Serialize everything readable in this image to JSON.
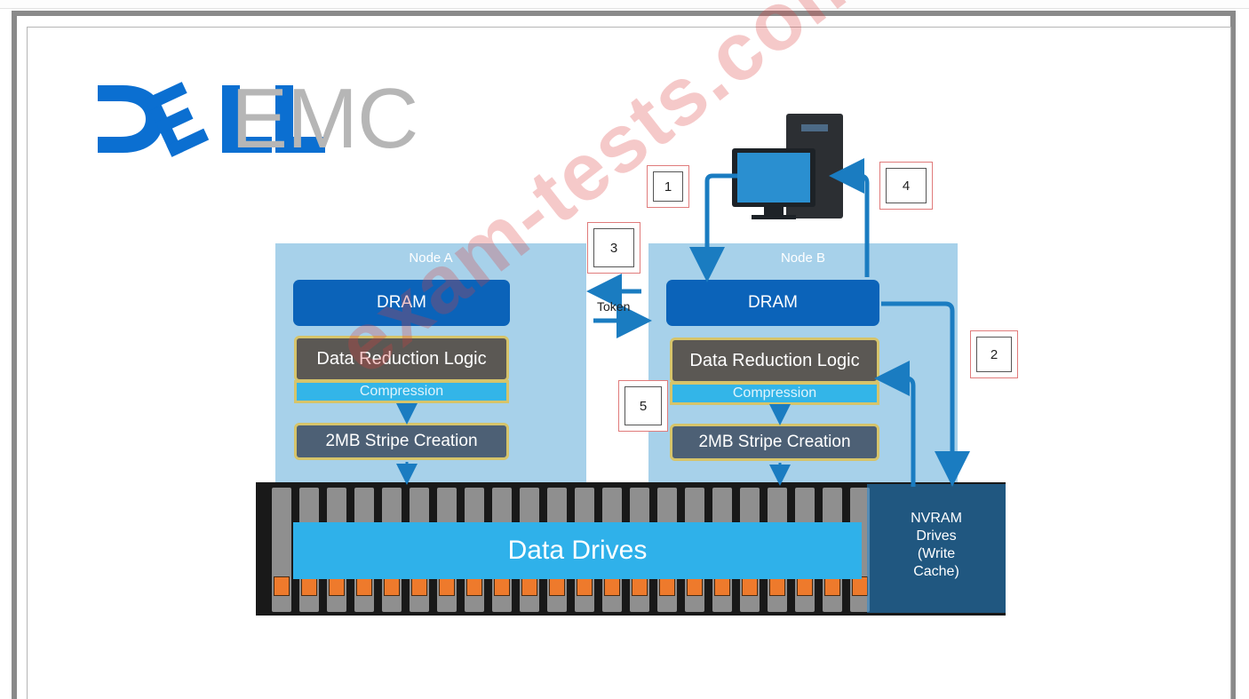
{
  "logo": {
    "dell": "DELL",
    "emc": "EMC"
  },
  "node_a": {
    "title": "Node A",
    "dram": "DRAM",
    "logic": "Data Reduction Logic",
    "compression": "Compression",
    "stripe": "2MB Stripe Creation"
  },
  "node_b": {
    "title": "Node B",
    "dram": "DRAM",
    "logic": "Data Reduction Logic",
    "compression": "Compression",
    "stripe": "2MB Stripe Creation"
  },
  "token": "Token",
  "steps": [
    "1",
    "2",
    "3",
    "4",
    "5"
  ],
  "data_drives": "Data Drives",
  "nvram": [
    "NVRAM",
    "Drives",
    "(Write",
    "Cache)"
  ],
  "watermark": "exam-tests.com",
  "colors": {
    "panel": "#a7d1ea",
    "dram": "#0b63b9",
    "arrow": "#1a7cc1",
    "logo_blue": "#0b6fd1",
    "logo_gray": "#b6b6b6"
  },
  "icons": [
    "computer-icon"
  ]
}
